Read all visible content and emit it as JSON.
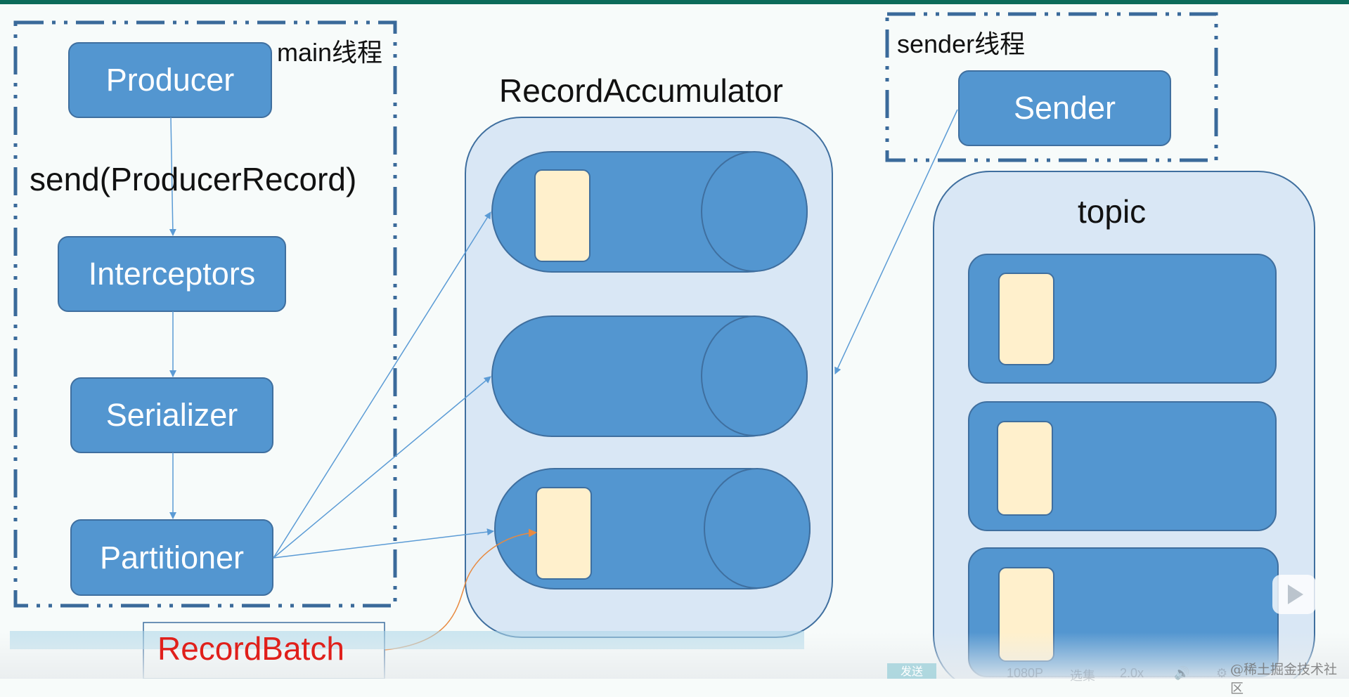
{
  "main_thread": {
    "label": "main线程",
    "send_call": "send(ProducerRecord)",
    "steps": [
      "Producer",
      "Interceptors",
      "Serializer",
      "Partitioner"
    ]
  },
  "accumulator": {
    "title": "RecordAccumulator",
    "queues": [
      {
        "has_batch": true
      },
      {
        "has_batch": false
      },
      {
        "has_batch": true
      }
    ]
  },
  "record_batch_label": "RecordBatch",
  "sender_thread": {
    "label": "sender线程",
    "sender": "Sender"
  },
  "topic": {
    "title": "topic",
    "partitions": 3
  },
  "colors": {
    "box_fill": "#5396d0",
    "box_stroke": "#3f6f9f",
    "container_fill": "#d9e7f5",
    "batch_fill": "#fff0cc",
    "dash_border": "#3a6a9a",
    "record_batch_text": "#e0201b",
    "curve": "#e88a40"
  },
  "player": {
    "send_button": "发送",
    "quality": "1080P",
    "episodes": "选集",
    "speed": "2.0x",
    "watermark": "@稀土掘金技术社区"
  }
}
